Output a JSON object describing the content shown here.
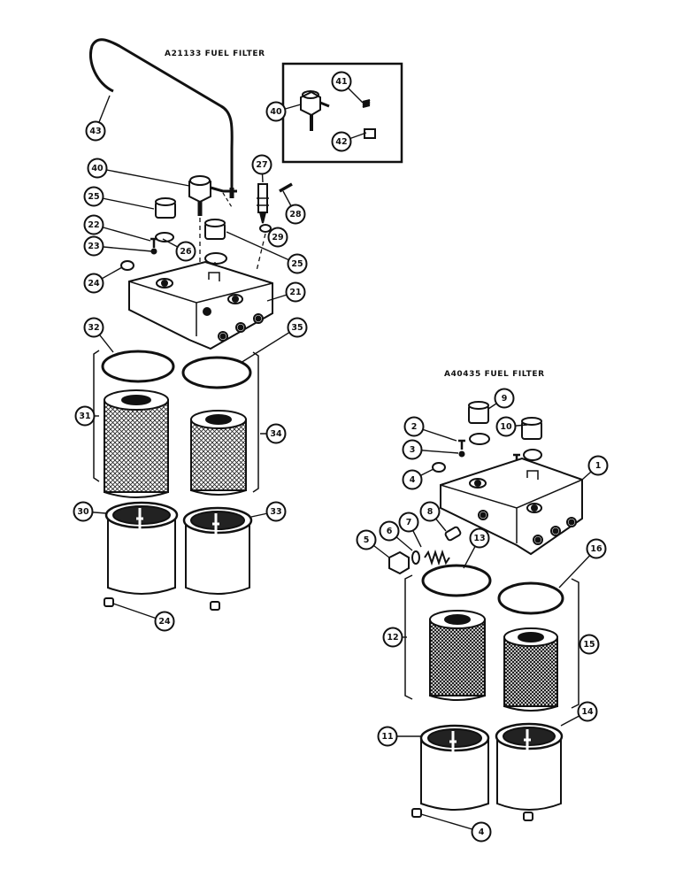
{
  "titles": {
    "left": "A21133 FUEL FILTER",
    "right": "A40435 FUEL FILTER"
  },
  "callouts": {
    "left": [
      "43",
      "40",
      "41",
      "42",
      "40",
      "27",
      "25",
      "28",
      "22",
      "23",
      "26",
      "29",
      "25",
      "24",
      "21",
      "32",
      "35",
      "31",
      "34",
      "30",
      "33",
      "24"
    ],
    "right": [
      "9",
      "2",
      "10",
      "3",
      "1",
      "4",
      "8",
      "7",
      "6",
      "5",
      "13",
      "16",
      "12",
      "15",
      "11",
      "14",
      "4"
    ]
  },
  "colors": {
    "ink": "#111111",
    "paper": "#ffffff"
  }
}
